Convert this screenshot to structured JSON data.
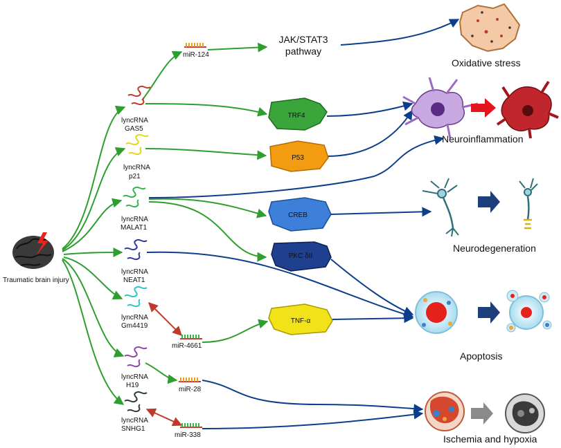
{
  "source": {
    "label": "Traumatic brain injury",
    "icon": "brain-lightning-icon"
  },
  "lncrnas": [
    {
      "line1": "lyncRNA",
      "line2": "GAS5",
      "color": "#c0392b"
    },
    {
      "line1": "lyncRNA",
      "line2": "p21",
      "color": "#e6d51c"
    },
    {
      "line1": "lyncRNA",
      "line2": "MALAT1",
      "color": "#37b24d"
    },
    {
      "line1": "lyncRNA",
      "line2": "NEAT1",
      "color": "#2b3a9e"
    },
    {
      "line1": "lyncRNA",
      "line2": "Gm4419",
      "color": "#2ec4c4"
    },
    {
      "line1": "lyncRNA",
      "line2": "H19",
      "color": "#8e44ad"
    },
    {
      "line1": "lyncRNA",
      "line2": "SNHG1",
      "color": "#2f3d2f"
    }
  ],
  "mirnas": [
    "miR-124",
    "miR-4661",
    "miR-28",
    "miR-338"
  ],
  "pathway": {
    "line1": "JAK/STAT3",
    "line2": "pathway"
  },
  "proteins": [
    {
      "label": "TRF4",
      "color": "#3aa53a"
    },
    {
      "label": "P53",
      "color": "#f39c12"
    },
    {
      "label": "CREB",
      "color": "#3d7fd9"
    },
    {
      "label": "PKC δII",
      "color": "#1f3f8f"
    },
    {
      "label": "TNF-α",
      "color": "#f2e21a"
    }
  ],
  "outcomes": {
    "oxidative": "Oxidative stress",
    "neuroinflammation": "Neuroinflammation",
    "neurodegeneration": "Neurodegeneration",
    "apoptosis": "Apoptosis",
    "ischemia": "Ischemia and hypoxia"
  },
  "colors": {
    "green_arrow": "#2e9e2e",
    "blue_arrow": "#0b3f8c",
    "red_arrow": "#c0392b"
  }
}
